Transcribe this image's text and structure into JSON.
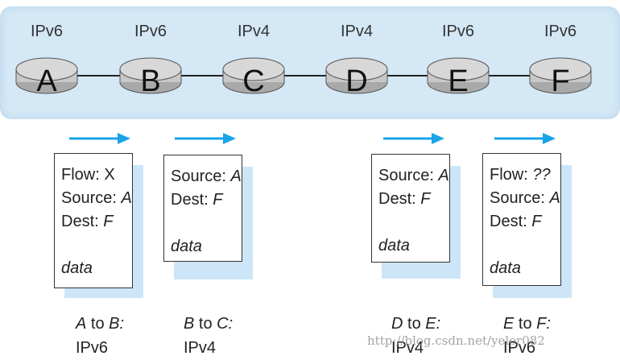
{
  "routers": [
    {
      "letter": "A",
      "protocol": "IPv6"
    },
    {
      "letter": "B",
      "protocol": "IPv6"
    },
    {
      "letter": "C",
      "protocol": "IPv4"
    },
    {
      "letter": "D",
      "protocol": "IPv4"
    },
    {
      "letter": "E",
      "protocol": "IPv6"
    },
    {
      "letter": "F",
      "protocol": "IPv6"
    }
  ],
  "packets": [
    {
      "flow_label": "Flow:",
      "flow_value": "X",
      "source_label": "Source:",
      "source_value": "A",
      "dest_label": "Dest:",
      "dest_value": "F",
      "data": "data"
    },
    {
      "source_label": "Source:",
      "source_value": "A",
      "dest_label": "Dest:",
      "dest_value": "F",
      "data": "data"
    },
    {
      "source_label": "Source:",
      "source_value": "A",
      "dest_label": "Dest:",
      "dest_value": "F",
      "data": "data"
    },
    {
      "flow_label": "Flow:",
      "flow_value": "??",
      "source_label": "Source:",
      "source_value": "A",
      "dest_label": "Dest:",
      "dest_value": "F",
      "data": "data"
    }
  ],
  "captions": [
    {
      "from": "A",
      "to_word": "to",
      "dest": "B:",
      "proto": "IPv6"
    },
    {
      "from": "B",
      "to_word": "to",
      "dest": "C:",
      "proto": "IPv4"
    },
    {
      "from": "D",
      "to_word": "to",
      "dest": "E:",
      "proto": "IPv4"
    },
    {
      "from": "E",
      "to_word": "to",
      "dest": "F:",
      "proto": "IPv6"
    }
  ],
  "watermark": "http://blog.csdn.net/yeler082",
  "colors": {
    "band": "#d4e8f6",
    "arrow": "#1aa3e8",
    "shadow": "#cce6f7"
  }
}
